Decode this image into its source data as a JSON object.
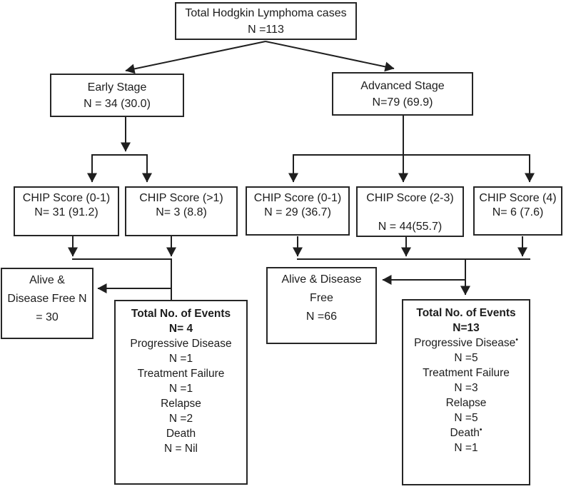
{
  "colors": {
    "background": "#ffffff",
    "line": "#1f1f1f",
    "text": "#1c1c1c"
  },
  "star_marker": "•",
  "nodes": {
    "total": {
      "lines": [
        "Total Hodgkin Lymphoma cases",
        "N =113"
      ]
    },
    "early": {
      "lines": [
        "Early Stage",
        "N = 34 (30.0)"
      ]
    },
    "advanced": {
      "lines": [
        "Advanced Stage",
        "N=79 (69.9)"
      ]
    },
    "chip_early_low": {
      "lines": [
        "CHIP Score (0-1)",
        "N= 31 (91.2)"
      ]
    },
    "chip_early_high": {
      "lines": [
        "CHIP Score (>1)",
        "N= 3 (8.8)"
      ]
    },
    "chip_adv_low": {
      "lines": [
        "CHIP Score (0-1)",
        "N = 29 (36.7)"
      ]
    },
    "chip_adv_mid": {
      "lines": [
        "CHIP Score (2-3)",
        "N = 44(55.7)"
      ]
    },
    "chip_adv_high": {
      "lines": [
        "CHIP Score (4)",
        "N= 6 (7.6)"
      ]
    },
    "alive_early": {
      "lines": [
        "Alive &",
        "Disease Free N",
        "= 30"
      ]
    },
    "events_early": {
      "lines": [
        "Total No. of Events",
        "N= 4",
        "Progressive Disease",
        "N =1",
        "Treatment Failure",
        "N =1",
        "Relapse",
        "N =2",
        "Death",
        "N = Nil"
      ]
    },
    "alive_adv": {
      "lines": [
        "Alive & Disease",
        "Free",
        "N =66"
      ]
    },
    "events_adv": {
      "lines": [
        "Total No. of Events",
        "N=13",
        "Progressive Disease",
        "N =5",
        "Treatment Failure",
        "N =3",
        "Relapse",
        "N =5",
        "Death",
        "N =1"
      ]
    }
  }
}
